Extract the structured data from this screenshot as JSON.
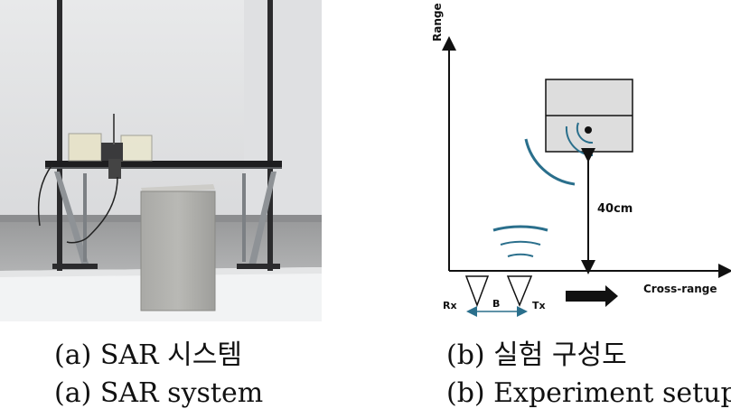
{
  "photo": {
    "subject": "SAR system photograph"
  },
  "diagram": {
    "y_axis_label": "Range",
    "x_axis_label": "Cross-range",
    "distance_label": "40cm",
    "rx_label": "Rx",
    "tx_label": "Tx",
    "baseline_label": "B",
    "colors": {
      "wave": "#2a6f8c",
      "target_box": "#dddddd",
      "axis": "#111111"
    }
  },
  "captions": {
    "a_korean": "(a) SAR 시스템",
    "b_korean": "(b) 실험 구성도",
    "a_english": "(a) SAR system",
    "b_english": "(b) Experiment setup"
  }
}
